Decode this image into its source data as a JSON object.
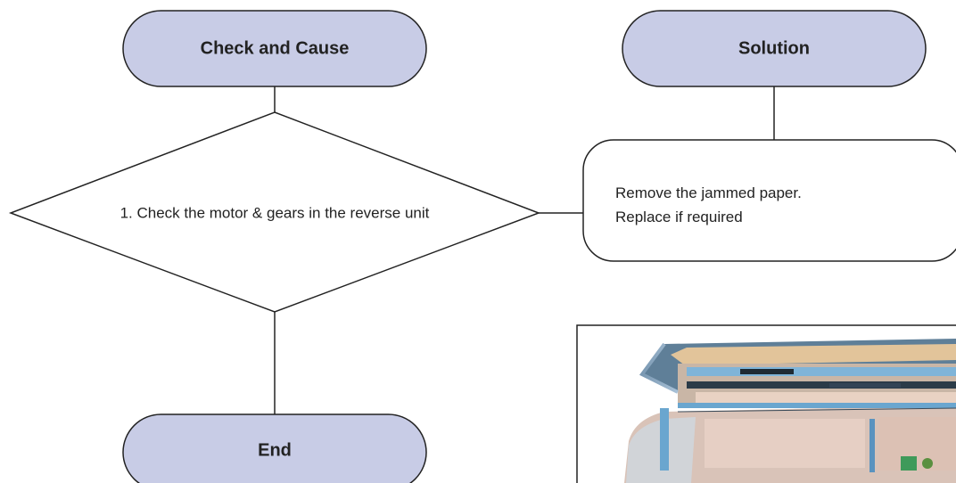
{
  "headers": {
    "check_cause": "Check and Cause",
    "solution": "Solution"
  },
  "decision": {
    "text": "1. Check the motor & gears in the reverse unit"
  },
  "solution_box": {
    "line1": "Remove the jammed paper.",
    "line2": "Replace if required"
  },
  "end": {
    "label": "End"
  },
  "photo": {
    "subject": "printer reverse unit internal view"
  },
  "colors": {
    "terminal_fill": "#c8cce6",
    "stroke": "#222222",
    "box_fill": "#ffffff"
  }
}
